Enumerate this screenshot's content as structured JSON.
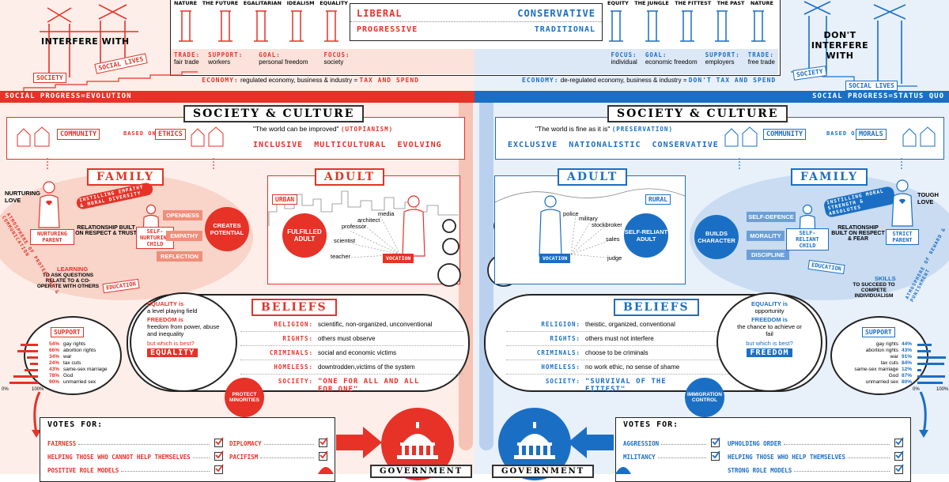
{
  "colors": {
    "liberal": "#e63227",
    "conservative": "#1a6fc4",
    "liberal_bg": "#f9d4c9",
    "conservative_bg": "#c9dcf2"
  },
  "header": {
    "left_columns": [
      "NATURE",
      "THE FUTURE",
      "EGALITARIAN",
      "IDEALISM",
      "EQUALITY"
    ],
    "right_columns": [
      "EQUITY",
      "THE JUNGLE",
      "THE FITTEST",
      "THE PAST",
      "NATURE"
    ],
    "liberal": "LIBERAL",
    "progressive": "PROGRESSIVE",
    "conservative": "CONSERVATIVE",
    "traditional": "TRADITIONAL",
    "left_specs": [
      {
        "k": "TRADE:",
        "v": "fair trade"
      },
      {
        "k": "SUPPORT:",
        "v": "workers"
      },
      {
        "k": "GOAL:",
        "v": "personal freedom"
      },
      {
        "k": "FOCUS:",
        "v": "society"
      }
    ],
    "right_specs": [
      {
        "k": "FOCUS:",
        "v": "individual"
      },
      {
        "k": "GOAL:",
        "v": "economic freedom"
      },
      {
        "k": "SUPPORT:",
        "v": "employers"
      },
      {
        "k": "TRADE:",
        "v": "free trade"
      }
    ],
    "economy_left_k": "ECONOMY:",
    "economy_left_v": "regulated economy, business & industry =",
    "economy_left_em": "TAX AND SPEND",
    "economy_right_k": "ECONOMY:",
    "economy_right_v": "de-regulated economy, business & industry =",
    "economy_right_em": "DON'T TAX AND SPEND"
  },
  "signs": {
    "interfere": "INTERFERE WITH",
    "dont_interfere": "DON'T INTERFERE WITH",
    "society": "SOCIETY",
    "social_lives": "SOCIAL LIVES"
  },
  "progress": {
    "left": "SOCIAL PROGRESS=EVOLUTION",
    "right": "SOCIAL PROGRESS=STATUS QUO"
  },
  "society_culture": {
    "title": "SOCIETY & CULTURE",
    "left_community": "COMMUNITY",
    "left_based": "BASED ON",
    "left_ethics": "ETHICS",
    "left_quote": "\"The world can be improved\"",
    "left_quote_tag": "(UTOPIANISM)",
    "left_words": "INCLUSIVE  MULTICULTURAL  EVOLVING",
    "right_quote": "\"The world is fine as it is\"",
    "right_quote_tag": "(PRESERVATION)",
    "right_words": "EXCLUSIVE  NATIONALISTIC  CONSERVATIVE",
    "right_community": "COMMUNITY",
    "right_based": "BASED ON",
    "right_morals": "MORALS"
  },
  "family_left": {
    "title": "FAMILY",
    "nurturing_love": "NURTURING LOVE",
    "instilling": "INSTILLING EMPATHY & MORAL DIVERSITY",
    "parent": "NURTURING PARENT",
    "relationship": "RELATIONSHIP BUILT ON RESPECT & TRUST",
    "child": "SELF-NURTURING CHILD",
    "openness": "OPENNESS",
    "empathy": "EMPATHY",
    "reflection": "REFLECTION",
    "creates": "CREATES POTENTIAL",
    "learning": "LEARNING",
    "learning_text": "TO ASK QUESTIONS RELATE TO & CO-OPERATE WITH OTHERS",
    "education": "EDUCATION",
    "atmosphere": "ATMOSPHERE OF PROTECTION & COMMUNICATION"
  },
  "family_right": {
    "title": "FAMILY",
    "tough_love": "TOUGH LOVE",
    "instilling": "INSTILLING MORAL STRENGTH & ABSOLUTES",
    "parent": "STRICT PARENT",
    "relationship": "RELATIONSHIP BUILT ON RESPECT & FEAR",
    "child": "SELF-RELIANT CHILD",
    "selfdefence": "SELF-DEFENCE",
    "morality": "MORALITY",
    "discipline": "DISCIPLINE",
    "builds": "BUILDS CHARACTER",
    "skills": "SKILLS",
    "skills_text": "TO SUCCEED TO COMPETE INDIVIDUALISM",
    "education": "EDUCATION",
    "atmosphere": "ATMOSPHERE OF REWARD & PUNISHMENT"
  },
  "adult_left": {
    "title": "ADULT",
    "urban": "URBAN",
    "fulfilled": "FULFILLED ADULT",
    "jobs": [
      "media",
      "architect",
      "professor",
      "scientist",
      "teacher"
    ],
    "vocation": "VOCATION"
  },
  "adult_right": {
    "title": "ADULT",
    "rural": "RURAL",
    "selfreliant": "SELF-RELIANT ADULT",
    "jobs": [
      "police",
      "military",
      "stockbroker",
      "sales",
      "judge"
    ],
    "vocation": "VOCATION"
  },
  "beliefs_left": {
    "title": "BELIEFS",
    "rows": [
      {
        "k": "RELIGION:",
        "v": "scientific, non-organized, unconventional"
      },
      {
        "k": "RIGHTS:",
        "v": "others must observe"
      },
      {
        "k": "CRIMINALS:",
        "v": "social and economic victims"
      },
      {
        "k": "HOMELESS:",
        "v": "downtrodden,victims of the system"
      }
    ],
    "society_k": "SOCIETY:",
    "society_v": "\"ONE FOR ALL AND ALL FOR ONE\"",
    "equality_line1": "EQUALITY is",
    "equality_line2": "a level playing field",
    "freedom_line1": "FREEDOM is",
    "freedom_line2": "freedom from power, abuse and inequality",
    "which": "but which is best?",
    "answer": "EQUALITY",
    "protect": "PROTECT MINORITIES"
  },
  "beliefs_right": {
    "title": "BELIEFS",
    "rows": [
      {
        "k": "RELIGION:",
        "v": "theistic, organized, conventional"
      },
      {
        "k": "RIGHTS:",
        "v": "others must not interfere"
      },
      {
        "k": "CRIMINALS:",
        "v": "choose to be criminals"
      },
      {
        "k": "HOMELESS:",
        "v": "no work ethic, no sense of shame"
      }
    ],
    "society_k": "SOCIETY:",
    "society_v": "\"SURVIVAL OF THE FITTEST\"",
    "equality_line1": "EQUALITY is",
    "equality_line2": "opportunity",
    "freedom_line1": "FREEDOM is",
    "freedom_line2": "the chance to achieve or fail",
    "which": "but which is best?",
    "answer": "FREEDOM",
    "immigration": "IMMIGRATION CONTROL"
  },
  "support_left": {
    "title": "SUPPORT",
    "rows": [
      {
        "pct": "54%",
        "label": "gay rights",
        "value": 54
      },
      {
        "pct": "66%",
        "label": "abortion rights",
        "value": 66
      },
      {
        "pct": "34%",
        "label": "war",
        "value": 34
      },
      {
        "pct": "24%",
        "label": "tax cuts",
        "value": 24
      },
      {
        "pct": "43%",
        "label": "same-sex marriage",
        "value": 43
      },
      {
        "pct": "78%",
        "label": "God",
        "value": 78
      },
      {
        "pct": "90%",
        "label": "unmarried sex",
        "value": 90
      }
    ],
    "axis_min": "0%",
    "axis_max": "100%"
  },
  "support_right": {
    "title": "SUPPORT",
    "rows": [
      {
        "pct": "44%",
        "label": "gay rights",
        "value": 44
      },
      {
        "pct": "43%",
        "label": "abortion rights",
        "value": 43
      },
      {
        "pct": "91%",
        "label": "war",
        "value": 91
      },
      {
        "pct": "84%",
        "label": "tax cuts",
        "value": 84
      },
      {
        "pct": "12%",
        "label": "same-sex marriage",
        "value": 12
      },
      {
        "pct": "87%",
        "label": "God",
        "value": 87
      },
      {
        "pct": "80%",
        "label": "unmarried sex",
        "value": 80
      }
    ],
    "axis_min": "0%",
    "axis_max": "100%"
  },
  "votes_left": {
    "title": "VOTES FOR:",
    "col1": [
      "FAIRNESS",
      "HELPING THOSE WHO CANNOT HELP THEMSELVES",
      "POSITIVE ROLE MODELS"
    ],
    "col2": [
      "DIPLOMACY",
      "PACIFISM"
    ]
  },
  "votes_right": {
    "title": "VOTES FOR:",
    "col1": [
      "AGGRESSION",
      "MILITANCY"
    ],
    "col2": [
      "UPHOLDING ORDER",
      "HELPING THOSE WHO HELP THEMSELVES",
      "STRONG ROLE MODELS"
    ]
  },
  "government": {
    "left": "GOVERNMENT",
    "right": "GOVERNMENT"
  }
}
